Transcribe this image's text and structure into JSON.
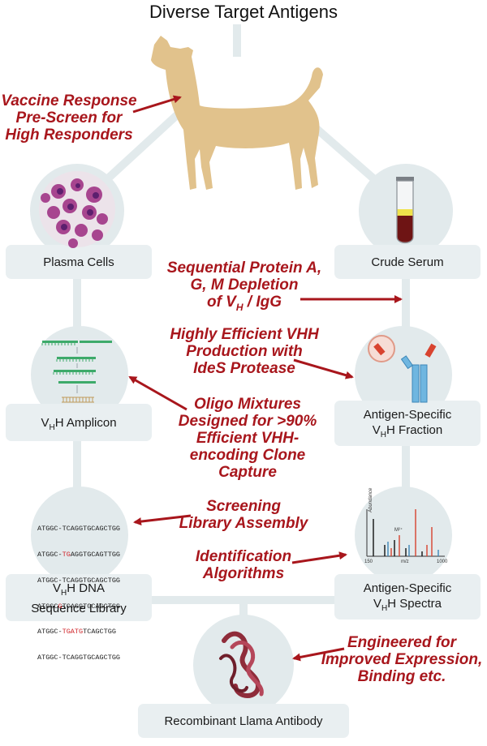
{
  "title": "Diverse Target Antigens",
  "nodes": {
    "plasma": "Plasma Cells",
    "serum": "Crude Serum",
    "amplicon": {
      "pre": "V",
      "sub": "H",
      "post": "H Amplicon"
    },
    "fraction": {
      "line1": "Antigen-Specific",
      "pre": "V",
      "sub": "H",
      "post": "H Fraction"
    },
    "library": {
      "pre": "V",
      "sub": "H",
      "post": "H DNA",
      "line2": "Sequence Library"
    },
    "spectra": {
      "line1": "Antigen-Specific",
      "pre": "V",
      "sub": "H",
      "post": "H Spectra"
    },
    "recombinant": "Recombinant Llama Antibody"
  },
  "annotations": {
    "vaccine": [
      "Vaccine Response",
      "Pre-Screen for",
      "High Responders"
    ],
    "depletion": [
      "Sequential Protein A,",
      "G, M Depletion"
    ],
    "depletion_last": {
      "pre": "of V",
      "sub": "H",
      "post": " / IgG"
    },
    "production": [
      "Highly Efficient VHH",
      "Production with",
      "IdeS Protease"
    ],
    "oligo": [
      "Oligo Mixtures",
      "Designed for >90%",
      "Efficient VHH-",
      "encoding Clone",
      "Capture"
    ],
    "screening": [
      "Screening",
      "Library Assembly"
    ],
    "identification": [
      "Identification",
      "Algorithms"
    ],
    "engineered": [
      "Engineered for",
      "Improved Expression,",
      "Binding etc."
    ]
  },
  "sequences": [
    {
      "a": "ATGGC-TCAGGTGCAGCTGG",
      "r": "",
      "b": ""
    },
    {
      "a": "ATGGC-",
      "r": "TG",
      "b": "AGGTGCAGTTGG"
    },
    {
      "a": "ATGGC-TCAGGTGCAGCTGG",
      "r": "",
      "b": ""
    },
    {
      "a": "ATGGC",
      "r": "G",
      "b": "TCAGGTGCAGCTGG"
    },
    {
      "a": "ATGGC-",
      "r": "TGATG",
      "b": "TCAGCTGG"
    },
    {
      "a": "ATGGC-TCAGGTGCAGCTGG",
      "r": "",
      "b": ""
    }
  ],
  "spectrum": {
    "ylabel": "Abundance",
    "xlabel": "m/z",
    "x_start": "150",
    "x_end": "1000",
    "peak_label": "M²⁺"
  },
  "colors": {
    "accent_red": "#a8161c",
    "network": "#e2eaec",
    "llama": "#e1c28c",
    "node_box": "#e9eff1"
  }
}
